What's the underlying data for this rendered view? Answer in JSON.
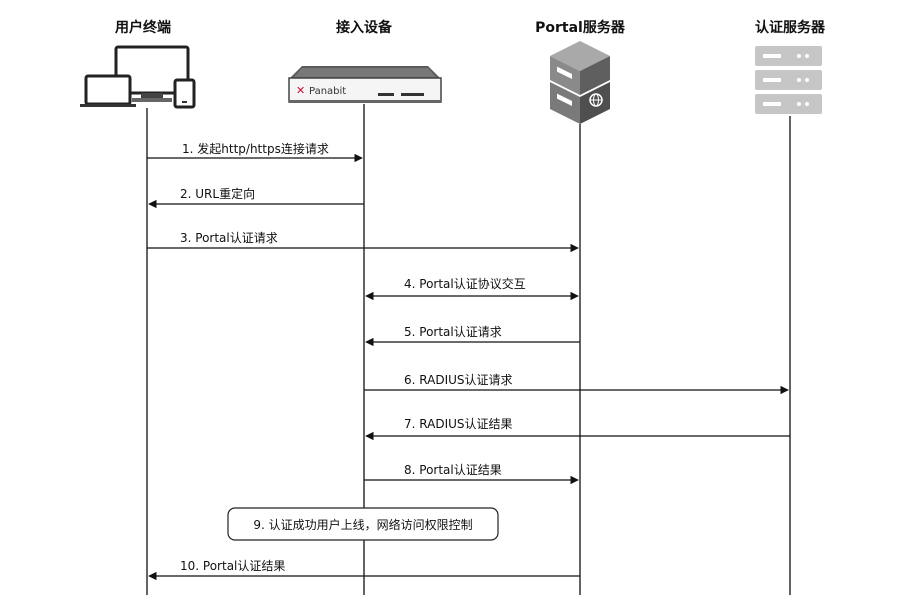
{
  "actors": [
    {
      "id": "terminal",
      "label": "用户终端",
      "icon": "laptop-monitor-tablet-icon"
    },
    {
      "id": "access",
      "label": "接入设备",
      "icon": "network-appliance-icon",
      "brand": "Panabit",
      "brand_color": "#c8102e"
    },
    {
      "id": "portal",
      "label": "Portal服务器",
      "icon": "server-globe-icon"
    },
    {
      "id": "auth",
      "label": "认证服务器",
      "icon": "server-rack-icon"
    }
  ],
  "messages": [
    {
      "from": "terminal",
      "to": "access",
      "label": "1. 发起http/https连接请求",
      "direction": "right"
    },
    {
      "from": "access",
      "to": "terminal",
      "label": "2. URL重定向",
      "direction": "left"
    },
    {
      "from": "terminal",
      "to": "portal",
      "label": "3. Portal认证请求",
      "direction": "right"
    },
    {
      "from": "access",
      "to": "portal",
      "label": "4. Portal认证协议交互",
      "direction": "both"
    },
    {
      "from": "portal",
      "to": "access",
      "label": "5. Portal认证请求",
      "direction": "left"
    },
    {
      "from": "access",
      "to": "auth",
      "label": "6. RADIUS认证请求",
      "direction": "right"
    },
    {
      "from": "auth",
      "to": "access",
      "label": "7. RADIUS认证结果",
      "direction": "left"
    },
    {
      "from": "access",
      "to": "portal",
      "label": "8. Portal认证结果",
      "direction": "right"
    },
    {
      "from": "portal",
      "to": "terminal",
      "label": "10. Portal认证结果",
      "direction": "left"
    }
  ],
  "note": {
    "label": "9. 认证成功用户上线，网络访问权限控制"
  }
}
